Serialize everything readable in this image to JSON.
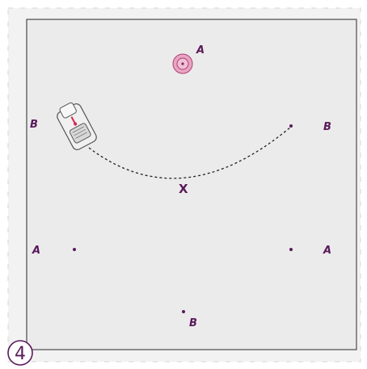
{
  "step_number": "4",
  "labels": {
    "top": "A",
    "left_b": "B",
    "right_b": "B",
    "left_a": "A",
    "right_a": "A",
    "bottom_b": "B",
    "center_mark": "X"
  },
  "colors": {
    "fabric": "#ebebeb",
    "frame_border": "#4a4a4a",
    "mark": "#5a1a5a",
    "dashed_path": "#222222",
    "pivot_outer": "#e7a6c3",
    "pivot_ring": "#b23b73",
    "needle_red": "#d7264f",
    "foot_body": "#ededed"
  },
  "icons": {
    "pivot": "pivot-pin-icon",
    "presser_foot": "presser-foot-icon"
  }
}
